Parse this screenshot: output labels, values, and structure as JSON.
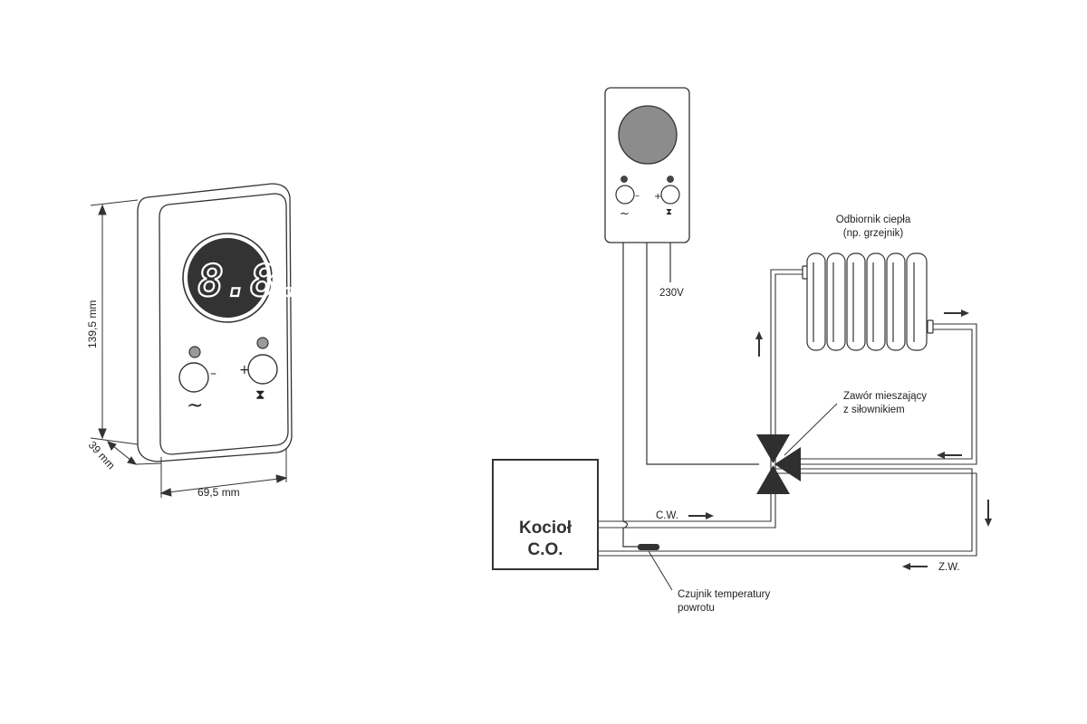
{
  "device": {
    "display_digits": "8.8.",
    "minus_sign": "–",
    "plus_sign": "+",
    "wave_symbol": "~",
    "hourglass_symbol": "⧗"
  },
  "dimensions": {
    "height": "139,5 mm",
    "depth": "39 mm",
    "width": "69,5 mm"
  },
  "schematic": {
    "controller": {
      "minus_sign": "–",
      "plus_sign": "+",
      "wave_symbol": "~",
      "hourglass_symbol": "⧗"
    },
    "power_label": "230V",
    "radiator_label_line1": "Odbiornik ciepła",
    "radiator_label_line2": "(np. grzejnik)",
    "valve_label_line1": "Zawór mieszający",
    "valve_label_line2": "z siłownikiem",
    "boiler_line1": "Kocioł",
    "boiler_line2": "C.O.",
    "supply_label": "C.W.",
    "return_label": "Z.W.",
    "sensor_label_line1": "Czujnik temperatury",
    "sensor_label_line2": "powrotu"
  },
  "colors": {
    "line": "#333333",
    "valve": "#2f2f2f",
    "display": "#333333",
    "knob_gray": "#8a8a8a"
  }
}
